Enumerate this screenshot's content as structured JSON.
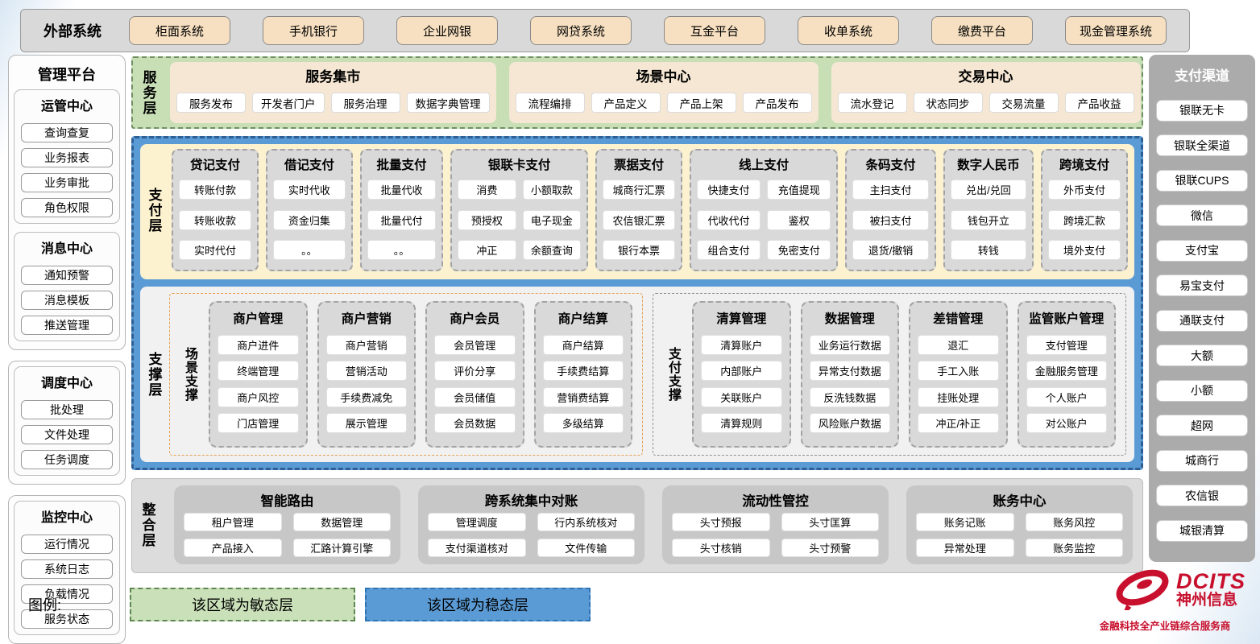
{
  "external_systems": {
    "label": "外部系统",
    "items": [
      "柜面系统",
      "手机银行",
      "企业网银",
      "网贷系统",
      "互金平台",
      "收单系统",
      "缴费平台",
      "现金管理系统"
    ]
  },
  "management_platform": {
    "title": "管理平台",
    "groups": [
      {
        "title": "运管中心",
        "items": [
          "查询查复",
          "业务报表",
          "业务审批",
          "角色权限"
        ]
      },
      {
        "title": "消息中心",
        "items": [
          "通知预警",
          "消息模板",
          "推送管理"
        ]
      },
      {
        "title": "调度中心",
        "items": [
          "批处理",
          "文件处理",
          "任务调度"
        ]
      },
      {
        "title": "监控中心",
        "items": [
          "运行情况",
          "系统日志",
          "负载情况",
          "服务状态"
        ]
      }
    ]
  },
  "service_layer": {
    "label": "服务层",
    "groups": [
      {
        "title": "服务集市",
        "items": [
          "服务发布",
          "开发者门户",
          "服务治理",
          "数据字典管理"
        ]
      },
      {
        "title": "场景中心",
        "items": [
          "流程编排",
          "产品定义",
          "产品上架",
          "产品发布"
        ]
      },
      {
        "title": "交易中心",
        "items": [
          "流水登记",
          "状态同步",
          "交易流量",
          "产品收益"
        ]
      }
    ]
  },
  "payment_layer": {
    "label": "支付层",
    "columns": [
      {
        "title": "贷记支付",
        "cols": 1,
        "grow": 1.0,
        "items": [
          "转账付款",
          "转账收款",
          "实时代付"
        ]
      },
      {
        "title": "借记支付",
        "cols": 1,
        "grow": 1.0,
        "items": [
          "实时代收",
          "资金归集",
          "。。"
        ]
      },
      {
        "title": "批量支付",
        "cols": 1,
        "grow": 0.95,
        "items": [
          "批量代收",
          "批量代付",
          "。。"
        ]
      },
      {
        "title": "银联卡支付",
        "cols": 2,
        "grow": 1.7,
        "items": [
          "消费",
          "小额取款",
          "预授权",
          "电子现金",
          "冲正",
          "余额查询"
        ]
      },
      {
        "title": "票据支付",
        "cols": 1,
        "grow": 1.0,
        "items": [
          "城商行汇票",
          "农信银汇票",
          "银行本票"
        ]
      },
      {
        "title": "线上支付",
        "cols": 2,
        "grow": 1.85,
        "items": [
          "快捷支付",
          "充值提现",
          "代收代付",
          "鉴权",
          "组合支付",
          "免密支付"
        ]
      },
      {
        "title": "条码支付",
        "cols": 1,
        "grow": 1.05,
        "items": [
          "主扫支付",
          "被扫支付",
          "退货/撤销"
        ]
      },
      {
        "title": "数字人民币",
        "cols": 1,
        "grow": 1.05,
        "items": [
          "兑出/兑回",
          "钱包开立",
          "转钱"
        ]
      },
      {
        "title": "跨境支付",
        "cols": 1,
        "grow": 1.0,
        "items": [
          "外币支付",
          "跨境汇款",
          "境外支付"
        ]
      }
    ]
  },
  "support_layer": {
    "label": "支撑层",
    "sections": [
      {
        "label": "场景支撑",
        "style": "orange",
        "columns": [
          {
            "title": "商户管理",
            "items": [
              "商户进件",
              "终端管理",
              "商户风控",
              "门店管理"
            ]
          },
          {
            "title": "商户营销",
            "items": [
              "商户营销",
              "营销活动",
              "手续费减免",
              "展示管理"
            ]
          },
          {
            "title": "商户会员",
            "items": [
              "会员管理",
              "评价分享",
              "会员储值",
              "会员数据"
            ]
          },
          {
            "title": "商户结算",
            "items": [
              "商户结算",
              "手续费结算",
              "营销费结算",
              "多级结算"
            ]
          }
        ]
      },
      {
        "label": "支付支撑",
        "style": "gray",
        "columns": [
          {
            "title": "清算管理",
            "items": [
              "清算账户",
              "内部账户",
              "关联账户",
              "清算规则"
            ]
          },
          {
            "title": "数据管理",
            "items": [
              "业务运行数据",
              "异常支付数据",
              "反洗钱数据",
              "风险账户数据"
            ]
          },
          {
            "title": "差错管理",
            "items": [
              "退汇",
              "手工入账",
              "挂账处理",
              "冲正/补正"
            ]
          },
          {
            "title": "监管账户管理",
            "items": [
              "支付管理",
              "金融服务管理",
              "个人账户",
              "对公账户"
            ]
          }
        ]
      }
    ]
  },
  "integration_layer": {
    "label": "整合层",
    "groups": [
      {
        "title": "智能路由",
        "items": [
          "租户管理",
          "数据管理",
          "产品接入",
          "汇路计算引擎"
        ]
      },
      {
        "title": "跨系统集中对账",
        "items": [
          "管理调度",
          "行内系统核对",
          "支付渠道核对",
          "文件传输"
        ]
      },
      {
        "title": "流动性管控",
        "items": [
          "头寸预报",
          "头寸匡算",
          "头寸核销",
          "头寸预警"
        ]
      },
      {
        "title": "账务中心",
        "items": [
          "账务记账",
          "账务风控",
          "异常处理",
          "账务监控"
        ]
      }
    ]
  },
  "payment_channels": {
    "title": "支付渠道",
    "items": [
      "银联无卡",
      "银联全渠道",
      "银联CUPS",
      "微信",
      "支付宝",
      "易宝支付",
      "通联支付",
      "大额",
      "小额",
      "超网",
      "城商行",
      "农信银",
      "城银清算"
    ]
  },
  "legend": {
    "label": "图例:",
    "agile": "该区域为敏态层",
    "stable": "该区域为稳态层"
  },
  "logo": {
    "brand": "DCITS",
    "name": "神州信息",
    "tagline": "金融科技全产业链综合服务商"
  },
  "colors": {
    "agile_green": "#c8dfb6",
    "stable_blue": "#5b9bd5",
    "blue_border": "#2e5f94",
    "payment_cream": "#fcf2cf",
    "column_gray": "#d9d9d9",
    "external_tan": "#f7e0c1",
    "scene_orange_border": "#e8a254",
    "brand_red": "#c8102e"
  }
}
